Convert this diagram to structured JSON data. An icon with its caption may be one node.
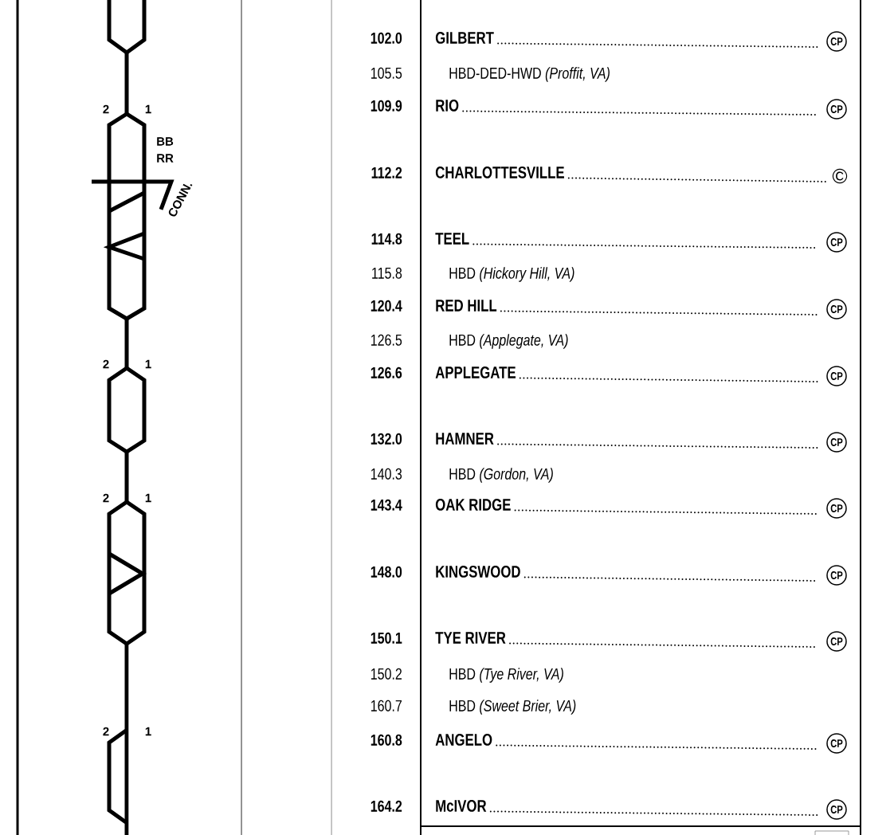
{
  "diagram": {
    "labels": [
      "102.0",
      "GILBERT",
      "CP",
      "105.5",
      "HBD-DED-HWD *(Proffit, VA)*",
      "2",
      "1",
      "109.9",
      "RIO",
      "CP",
      "BB",
      "RR",
      "112.2",
      "CHARLOTTESVILLE",
      "©",
      "CONN.",
      "114.8",
      "TEEL",
      "CP",
      "115.8",
      "HBD *(Hickory Hill, VA)*",
      "120.4",
      "RED HILL",
      "CP",
      "126.5",
      "HBD *(Applegate, VA)*",
      "2",
      "1",
      "126.6",
      "APPLEGATE",
      "CP",
      "132.0",
      "HAMNER",
      "CP",
      "140.3",
      "HBD *(Gordon, VA)*",
      "2",
      "1",
      "143.4",
      "OAK RIDGE",
      "CP",
      "148.0",
      "KINGSWOOD",
      "CP",
      "150.1",
      "TYE RIVER",
      "CP",
      "150.2",
      "HBD *(Tye River, VA)*",
      "160.7",
      "HBD *(Sweet Brier, VA)*",
      "2",
      "1",
      "160.8",
      "ANGELO",
      "CP",
      "164.2",
      "McIVOR",
      "CP"
    ]
  }
}
